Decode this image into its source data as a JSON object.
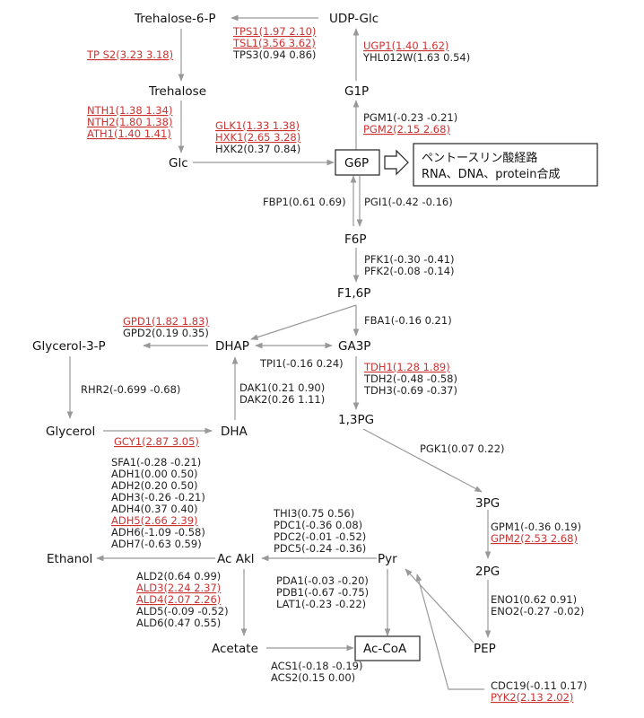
{
  "metabolites": {
    "trehalose6p": "Trehalose-6-P",
    "udpglc": "UDP-Glc",
    "trehalose": "Trehalose",
    "g1p": "G1P",
    "glc": "Glc",
    "g6p": "G6P",
    "f6p": "F6P",
    "f16p": "F1,6P",
    "glycerol3p": "Glycerol-3-P",
    "dhap": "DHAP",
    "ga3p": "GA3P",
    "glycerol": "Glycerol",
    "dha": "DHA",
    "bpg13": "1,3PG",
    "pg3": "3PG",
    "ethanol": "Ethanol",
    "acakl": "Ac Akl",
    "pyr": "Pyr",
    "pg2": "2PG",
    "pep": "PEP",
    "acetate": "Acetate",
    "acoa": "Ac-CoA"
  },
  "ppp_box": {
    "line1": "ペントースリン酸経路",
    "line2": "RNA、DNA、protein合成"
  },
  "enzymes": {
    "tps": [
      "TPS1(1.97 2.10)",
      "TSL1(3.56 3.62)",
      "TPS3(0.94 0.86)"
    ],
    "tps2": [
      "TP S2(3.23 3.18)"
    ],
    "ugp": [
      "UGP1(1.40 1.62)",
      "YHL012W(1.63 0.54)"
    ],
    "nth": [
      "NTH1(1.38 1.34)",
      "NTH2(1.80 1.38)",
      "ATH1(1.40 1.41)"
    ],
    "pgm": [
      "PGM1(-0.23 -0.21)",
      "PGM2(2.15 2.68)"
    ],
    "hxk": [
      "GLK1(1.33 1.38)",
      "HXK1(2.65 3.28)",
      "HXK2(0.37 0.84)"
    ],
    "fbp": [
      "FBP1(0.61 0.69)"
    ],
    "pgi": [
      "PGI1(-0.42 -0.16)"
    ],
    "pfk": [
      "PFK1(-0.30 -0.41)",
      "PFK2(-0.08 -0.14)"
    ],
    "fba": [
      "FBA1(-0.16 0.21)"
    ],
    "gpd": [
      "GPD1(1.82 1.83)",
      "GPD2(0.19 0.35)"
    ],
    "tpi": [
      "TPI1(-0.16 0.24)"
    ],
    "tdh": [
      "TDH1(1.28 1.89)",
      "TDH2(-0.48 -0.58)",
      "TDH3(-0.69 -0.37)"
    ],
    "rhr": [
      "RHR2(-0.699 -0.68)"
    ],
    "dak": [
      "DAK1(0.21 0.90)",
      "DAK2(0.26 1.11)"
    ],
    "gcy": [
      "GCY1(2.87 3.05)"
    ],
    "pgk": [
      "PGK1(0.07 0.22)"
    ],
    "adh": [
      "SFA1(-0.28 -0.21)",
      "ADH1(0.00 0.50)",
      "ADH2(0.20 0.50)",
      "ADH3(-0.26 -0.21)",
      "ADH4(0.37 0.40)",
      "ADH5(2.66 2.39)",
      "ADH6(-1.09 -0.58)",
      "ADH7(-0.63 0.59)"
    ],
    "pdc": [
      "THI3(0.75 0.56)",
      "PDC1(-0.36 0.08)",
      "PDC2(-0.01 -0.52)",
      "PDC5(-0.24 -0.36)"
    ],
    "gpm": [
      "GPM1(-0.36 0.19)",
      "GPM2(2.53 2.68)"
    ],
    "ald": [
      "ALD2(0.64 0.99)",
      "ALD3(2.24 2.37)",
      "ALD4(2.07 2.26)",
      "ALD5(-0.09 -0.52)",
      "ALD6(0.47 0.55)"
    ],
    "pda": [
      "PDA1(-0.03 -0.20)",
      "PDB1(-0.67 -0.75)",
      "LAT1(-0.23 -0.22)"
    ],
    "eno": [
      "ENO1(0.62 0.91)",
      "ENO2(-0.27 -0.02)"
    ],
    "acs": [
      "ACS1(-0.18 -0.19)",
      "ACS2(0.15 0.00)"
    ],
    "pyk": [
      "CDC19(-0.11 0.17)",
      "PYK2(2.13 2.02)"
    ]
  },
  "colors": {
    "upregulated": "#cc3333",
    "normal": "#222222",
    "arrow": "#999999"
  }
}
